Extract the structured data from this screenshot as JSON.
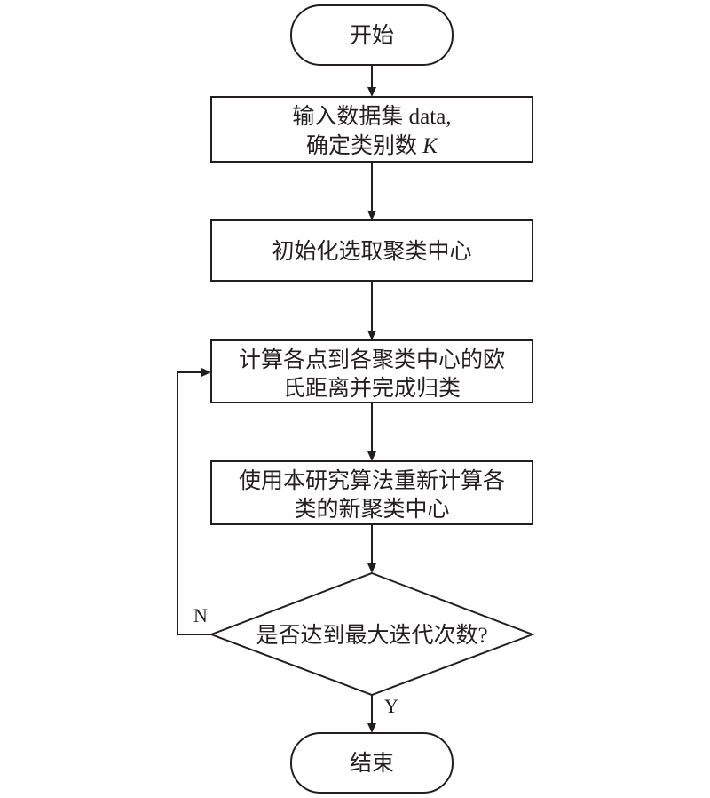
{
  "flowchart": {
    "start": {
      "label": "开始"
    },
    "input": {
      "line1": "输入数据集 data,",
      "line2_prefix": "确定类别数 ",
      "line2_var": "K"
    },
    "init": {
      "label": "初始化选取聚类中心"
    },
    "compute": {
      "line1": "计算各点到各聚类中心的欧",
      "line2": "氏距离并完成归类"
    },
    "update": {
      "line1": "使用本研究算法重新计算各",
      "line2": "类的新聚类中心"
    },
    "decision": {
      "label": "是否达到最大迭代次数?"
    },
    "end": {
      "label": "结束"
    },
    "edges": {
      "no_label": "N",
      "yes_label": "Y"
    }
  },
  "colors": {
    "line": "#231f20",
    "fill": "#ffffff",
    "text": "#231f20"
  }
}
